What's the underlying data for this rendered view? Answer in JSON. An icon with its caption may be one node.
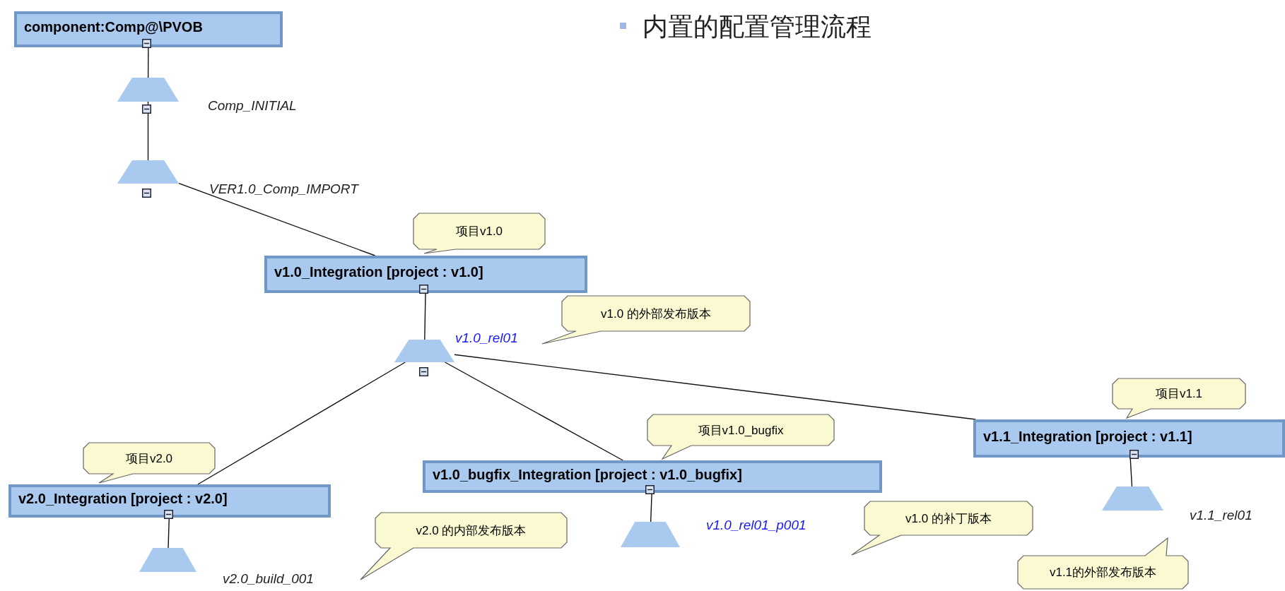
{
  "diagram": {
    "nodes": [
      {
        "text": [
          "component:Comp@\\PVOB"
        ]
      },
      {
        "text": [],
        "shape": "trapezoid",
        "beside": [
          "Comp_INITIAL"
        ]
      },
      {
        "text": [],
        "shape": "trapezoid",
        "beside": [
          "VER1.0_Comp_IMPORT"
        ]
      },
      {
        "text": [
          "项目v1.0"
        ]
      },
      {
        "text": [
          "v1.0_Integration [project : v1.0]"
        ]
      },
      {
        "text": [
          "v1.0 的外部发布版本"
        ]
      },
      {
        "text": [],
        "shape": "trapezoid",
        "beside": [
          "v1.0_rel01"
        ]
      },
      {
        "text": [
          "项目v1.1"
        ]
      },
      {
        "text": [
          "v1.1_Integration [project : v1.1]"
        ]
      },
      {
        "text": [
          "项目v1.0_bugfix"
        ]
      },
      {
        "text": [
          "v1.0_bugfix_Integration [project : v1.0_bugfix]"
        ]
      },
      {
        "text": [
          "项目v2.0"
        ]
      },
      {
        "text": [
          "v2.0_Integration [project : v2.0]"
        ]
      },
      {
        "text": [],
        "shape": "trapezoid",
        "beside": [
          "v2.0_build_001"
        ]
      },
      {
        "text": [
          "v2.0 的内部发布版本"
        ]
      },
      {
        "text": [],
        "shape": "trapezoid",
        "beside": [
          "v1.0_rel01_p001"
        ]
      },
      {
        "text": [
          "v1.0 的补丁版本"
        ]
      },
      {
        "text": [],
        "shape": "trapezoid",
        "beside": [
          "v1.1_rel01"
        ]
      },
      {
        "text": [
          "v1.1的外部发布版本"
        ]
      }
    ],
    "edges": [
      {
        "from": 0,
        "to": 1,
        "arrow": "none"
      },
      {
        "from": 1,
        "to": 2,
        "arrow": "none"
      },
      {
        "from": 2,
        "to": 4,
        "arrow": "none"
      },
      {
        "from": 4,
        "to": 6,
        "arrow": "none"
      },
      {
        "from": 6,
        "to": 12,
        "arrow": "none"
      },
      {
        "from": 6,
        "to": 10,
        "arrow": "none"
      },
      {
        "from": 6,
        "to": 8,
        "arrow": "none"
      },
      {
        "from": 12,
        "to": 13,
        "arrow": "none"
      },
      {
        "from": 10,
        "to": 15,
        "arrow": "none"
      },
      {
        "from": 8,
        "to": 17,
        "arrow": "none"
      }
    ],
    "labels": [
      "内置的配置管理流程"
    ]
  }
}
